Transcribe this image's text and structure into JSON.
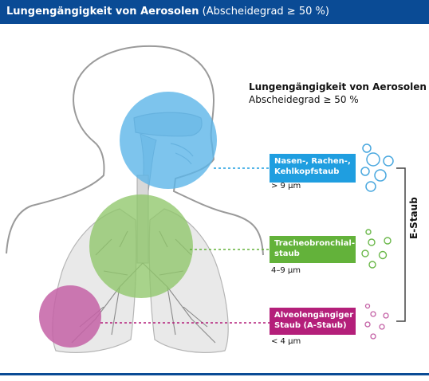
{
  "header": {
    "title_bold": "Lungengängigkeit von Aerosolen",
    "title_sub": "(Abscheidegrad ≥ 50 %)"
  },
  "figure_title": {
    "line1": "Lungengängigkeit von Aerosolen",
    "line2": "Abscheidegrad ≥ 50 %"
  },
  "fractions": [
    {
      "label_line1": "Nasen-, Rachen-,",
      "label_line2": "Kehlkopfstaub",
      "size": "> 9 µm",
      "color": "#1f9ee0",
      "circle_color": "#5db5e8"
    },
    {
      "label_line1": "Tracheobronchial-",
      "label_line2": "staub",
      "size": "4–9 µm",
      "color": "#63b23a",
      "circle_color": "#8fc76a"
    },
    {
      "label_line1": "Alveolengängiger",
      "label_line2": "Staub (A-Staub)",
      "size": "< 4 µm",
      "color": "#b41f7a",
      "circle_color": "#c462a6"
    }
  ],
  "bracket_label": "E-Staub",
  "colors": {
    "header_bg": "#0a4b95",
    "outline": "#9a9a9a",
    "lung_fill": "#e9e9e9"
  }
}
